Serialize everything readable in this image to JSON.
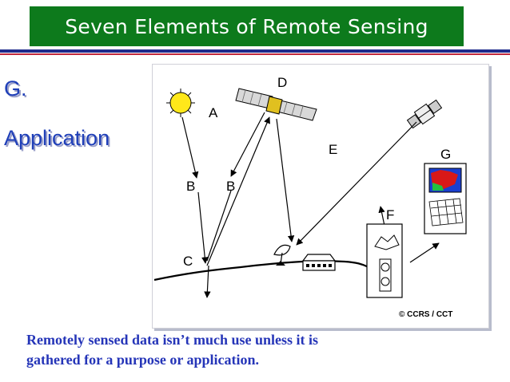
{
  "slide": {
    "title": "Seven Elements of Remote Sensing",
    "side_label_line1": "G.",
    "side_label_line2": "Application",
    "caption_line1": "Remotely sensed data isn’t much use unless it is",
    "caption_line2": "gathered for a purpose or application."
  },
  "diagram": {
    "labels": {
      "A": "A",
      "B1": "B",
      "B2": "B",
      "C": "C",
      "D": "D",
      "E": "E",
      "F": "F",
      "G": "G"
    },
    "copyright": "© CCRS / CCT"
  },
  "colors": {
    "title_bg": "#0d7a1c",
    "rule_blue": "#1e2a8c",
    "rule_red": "#c0283c",
    "side_label": "#1f3fb8",
    "caption": "#2535b8"
  }
}
